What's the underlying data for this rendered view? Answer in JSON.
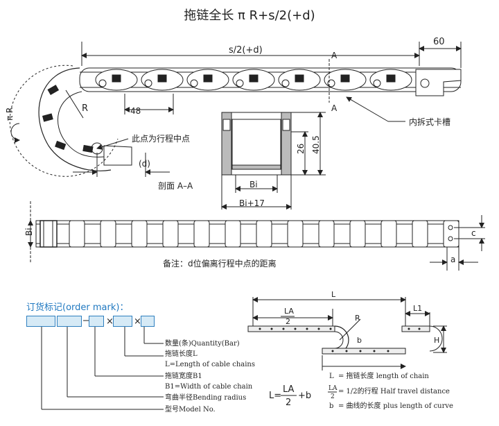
{
  "title": "拖链全长 π R+s/2(+d)",
  "top_diagram": {
    "dim_s2": "s/2(+d)",
    "dim_60": "60",
    "label_A_top": "A",
    "label_A_bottom": "A",
    "dim_48": "48",
    "label_R": "R",
    "label_piR": "π R",
    "midpoint_note": "此点为行程中点",
    "dim_d": "(d)",
    "section_label": "剖面 A–A",
    "clip_note": "内拆式卡槽"
  },
  "section": {
    "dim_26": "26",
    "dim_40_5": "40.5",
    "dim_Bi": "Bi",
    "dim_Bi17": "Bi+17"
  },
  "side_view": {
    "dim_Bi": "Bi",
    "dim_c": "c",
    "dim_a": "a",
    "note": "备注：d位偏离行程中点的距离"
  },
  "order": {
    "title": "订货标记(order mark)：",
    "times1": "×",
    "times2": "×",
    "items": [
      "数量(条)Quantity(Bar)",
      "拖链长度L",
      "L=Length of cable chains",
      "拖链宽度B1",
      "B1=Width of cable chain",
      "弯曲半径Bending radius",
      "型号Model No."
    ]
  },
  "length_diagram": {
    "dim_L": "L",
    "dim_LA": "LA",
    "dim_2": "2",
    "dim_L1": "L1",
    "dim_R": "R",
    "dim_b": "b",
    "dim_H": "H",
    "formula_lhs": "L=",
    "formula_num": "LA",
    "formula_den": "2",
    "formula_rhs": "+b",
    "legend": [
      {
        "sym": "L",
        "text": "= 拖链长度  length of chain"
      },
      {
        "sym_num": "LA",
        "sym_den": "2",
        "text": "= 1/2的行程  Half travel distance"
      },
      {
        "sym": "b",
        "text": "= 曲线的长度  plus length of curve"
      }
    ]
  },
  "colors": {
    "accent": "#1f78c0",
    "box_fill": "#d6eaf6",
    "line": "#222222"
  }
}
